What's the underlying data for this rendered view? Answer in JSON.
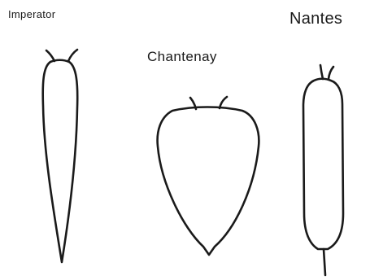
{
  "labels": {
    "imperator": "Imperator",
    "chantenay": "Chantenay",
    "nantes": "Nantes"
  },
  "shapes": [
    {
      "name": "imperator",
      "shape": "long-tapered-root"
    },
    {
      "name": "chantenay",
      "shape": "broad-conical-root"
    },
    {
      "name": "nantes",
      "shape": "cylindrical-root"
    }
  ],
  "colors": {
    "line": "#1a1a1a",
    "background": "#ffffff"
  }
}
